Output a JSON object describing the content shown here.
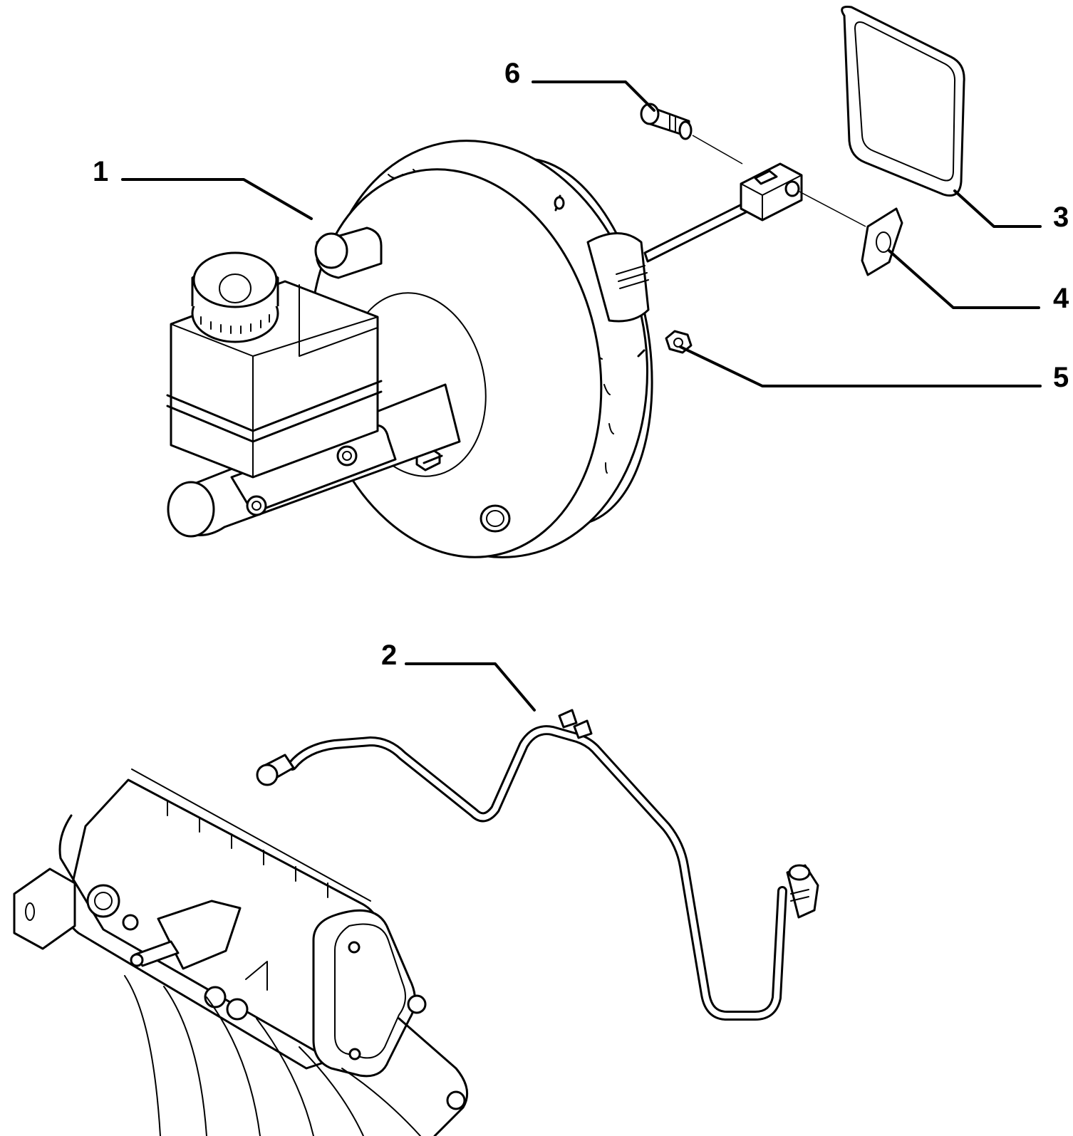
{
  "callouts": [
    {
      "id": "1",
      "label": "1",
      "part": "brake-booster-with-master-cylinder"
    },
    {
      "id": "2",
      "label": "2",
      "part": "vacuum-hose"
    },
    {
      "id": "3",
      "label": "3",
      "part": "gasket"
    },
    {
      "id": "4",
      "label": "4",
      "part": "clip"
    },
    {
      "id": "5",
      "label": "5",
      "part": "nut"
    },
    {
      "id": "6",
      "label": "6",
      "part": "pin"
    }
  ],
  "colors": {
    "line": "#000000",
    "background": "#ffffff"
  }
}
